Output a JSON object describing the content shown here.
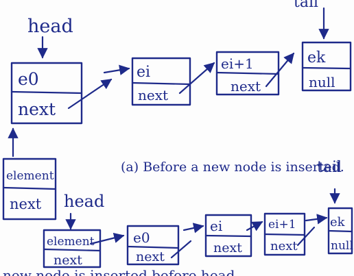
{
  "labels": {
    "head_top": "head",
    "tail_top": "tail",
    "head_bottom": "head",
    "tail_bottom": "tail",
    "caption_a": "(a) Before a new node is inserted.",
    "caption_b": "new node is inserted before head"
  },
  "list_before": [
    {
      "value": "e0",
      "link": "next"
    },
    {
      "value": "ei",
      "link": "next"
    },
    {
      "value": "ei+1",
      "link": "next"
    },
    {
      "value": "ek",
      "link": "null"
    }
  ],
  "new_node": {
    "value": "element",
    "link": "next"
  },
  "list_after": [
    {
      "value": "element",
      "link": "next"
    },
    {
      "value": "e0",
      "link": "next"
    },
    {
      "value": "ei",
      "link": "next"
    },
    {
      "value": "ei+1",
      "link": "next"
    },
    {
      "value": "ek",
      "link": "null"
    }
  ],
  "colors": {
    "ink": "#1e2a8a",
    "paper": "#fdfdfd"
  }
}
